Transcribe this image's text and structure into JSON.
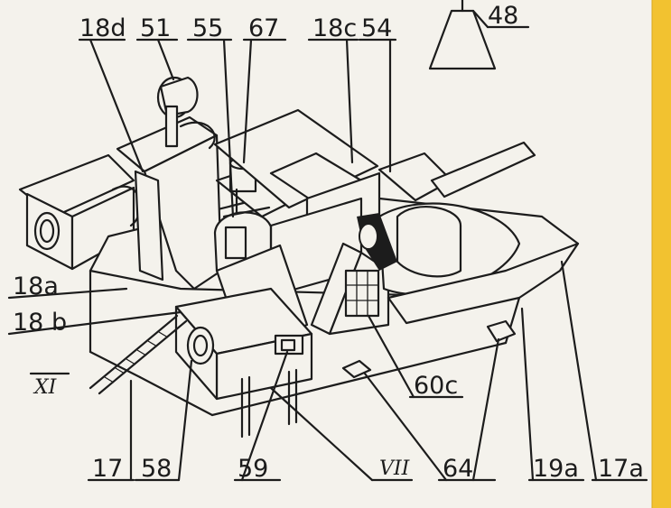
{
  "labels": {
    "l18d": "18d",
    "l51": "51",
    "l55": "55",
    "l67": "67",
    "l18c": "18c",
    "l54": "54",
    "l48": "48",
    "l18a": "18a",
    "l18b": "18 b",
    "lXI": "XI",
    "l17": "17",
    "l58": "58",
    "l59": "59",
    "lVII": "VII",
    "l64": "64",
    "l19a": "19a",
    "l17a": "17a",
    "l60c": "60c"
  },
  "colors": {
    "ink": "#1c1c1c",
    "paper": "#f4f2ec",
    "ruler": "#f2c230"
  }
}
